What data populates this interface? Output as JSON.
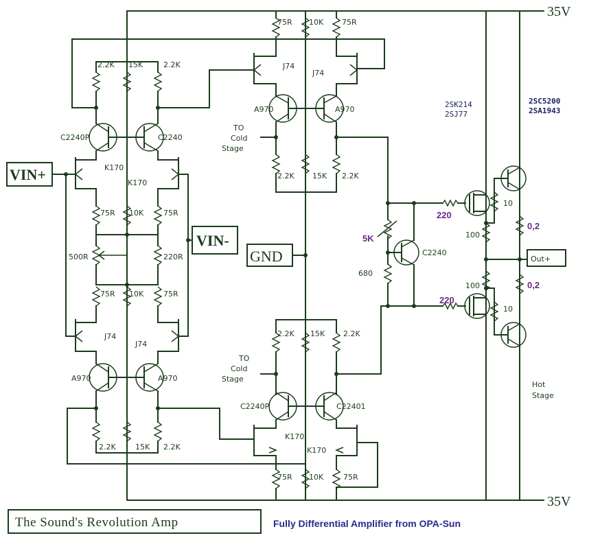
{
  "rails": {
    "top": "35V",
    "bottom": "35V"
  },
  "inputs": {
    "vin_plus": "VIN+",
    "vin_minus": "VIN-",
    "gnd": "GND",
    "out": "Out+"
  },
  "stage_labels": {
    "to_cold_top": [
      "TO",
      "Cold",
      "Stage"
    ],
    "to_cold_bottom": [
      "TO",
      "Cold",
      "Stage"
    ],
    "hot_stage": [
      "Hot",
      "Stage"
    ]
  },
  "parts": {
    "input_top_resistors": [
      "2.2K",
      "15K",
      "2.2K"
    ],
    "input_bjt": [
      "C2240P",
      "C2240"
    ],
    "input_jfet_top": [
      "K170",
      "K170"
    ],
    "input_mid_top": [
      "75R",
      "10K",
      "75R"
    ],
    "trim": [
      "500R",
      "220R"
    ],
    "input_mid_bottom": [
      "75R",
      "10K",
      "75R"
    ],
    "input_jfet_bottom": [
      "J74",
      "J74"
    ],
    "input_pnp": [
      "A970",
      "A970"
    ],
    "input_bottom_resistors": [
      "2.2K",
      "15K",
      "2.2K"
    ],
    "vas_top_resistors": [
      "75R",
      "10K",
      "75R"
    ],
    "vas_jfet_top": [
      "J74",
      "J74"
    ],
    "vas_pnp": [
      "A970",
      "A970"
    ],
    "vas_top_loads": [
      "2.2K",
      "15K",
      "2.2K"
    ],
    "vas_bottom_loads": [
      "2.2K",
      "15K",
      "2.2K"
    ],
    "vas_npn": [
      "C2240P",
      "C22401"
    ],
    "vas_jfet_bottom": [
      "K170",
      "K170"
    ],
    "vas_bottom_resistors": [
      "75R",
      "10K",
      "75R"
    ],
    "bias": {
      "pot": "5K",
      "res": "680",
      "transistor": "C2240"
    },
    "gate_res": [
      "220",
      "220"
    ],
    "mosfet_models": [
      "2SK214",
      "2SJ77"
    ],
    "bjt_models": [
      "2SC5200",
      "2SA1943"
    ],
    "output_res": [
      "10",
      "100",
      "0,2",
      "100",
      "0,2",
      "10"
    ]
  },
  "footer": {
    "title": "The Sound's Revolution Amp",
    "subtitle": "Fully Differential Amplifier from OPA-Sun"
  }
}
